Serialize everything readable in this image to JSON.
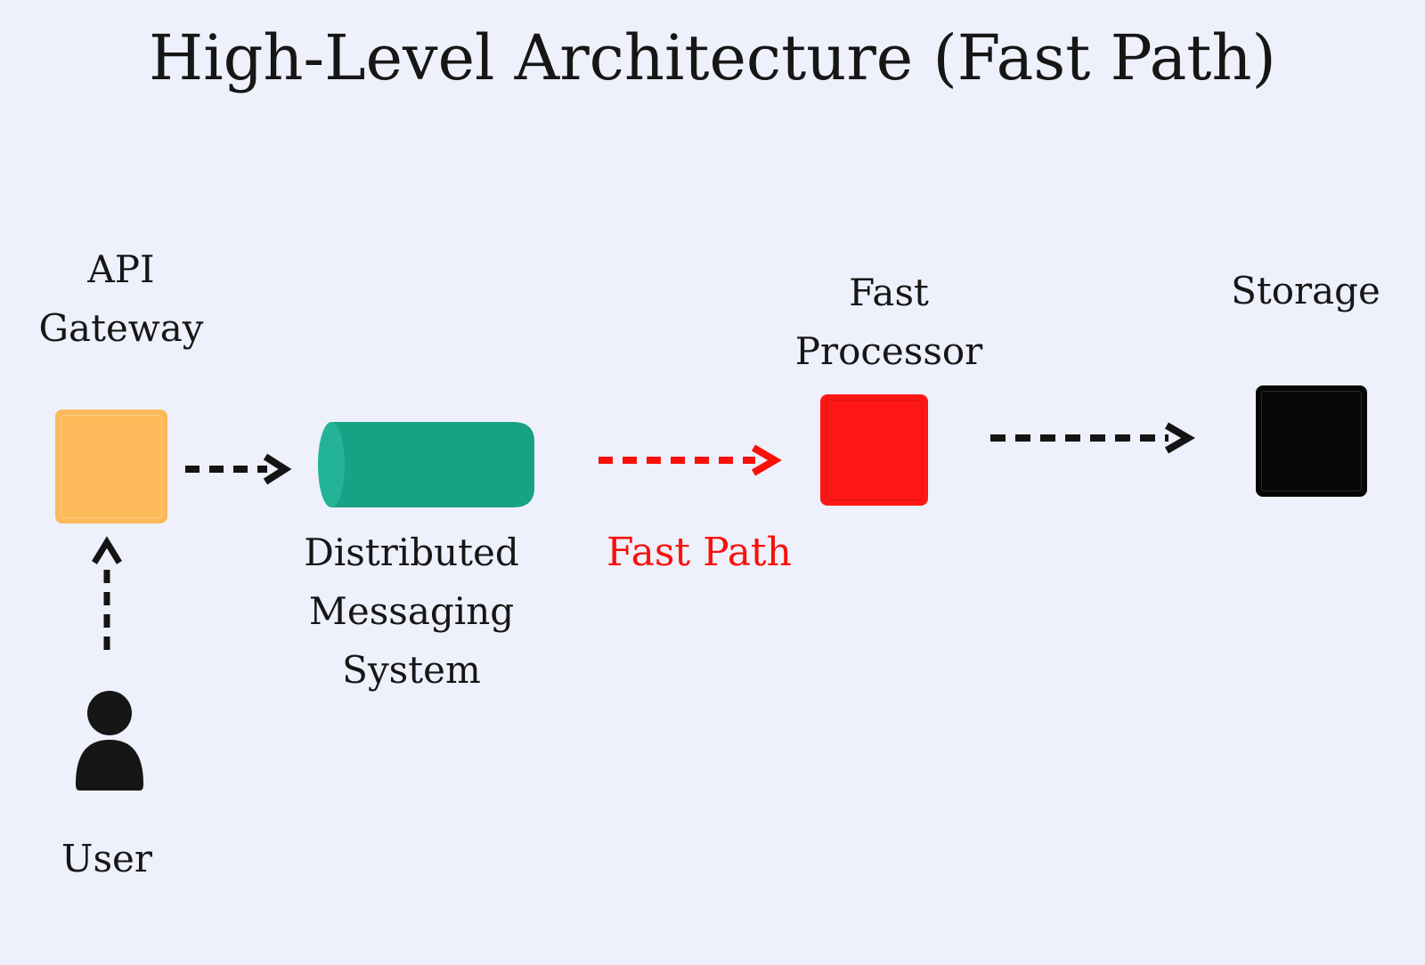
{
  "title": "High-Level Architecture (Fast Path)",
  "colors": {
    "background": "#eef0fb",
    "ink": "#161616",
    "api-gateway-fill": "#fdb95a",
    "messaging-fill": "#17a185",
    "messaging-cap": "#23b497",
    "fast-processor-fill": "#fe1716",
    "storage-fill": "#070707",
    "arrow-black": "#141414",
    "fast-path-red": "#f91009"
  },
  "nodes": {
    "user": {
      "label": "User",
      "icon": "user-icon"
    },
    "api_gateway": {
      "lines": [
        "API",
        "Gateway"
      ],
      "shape": "square"
    },
    "messaging": {
      "lines": [
        "Distributed",
        "Messaging",
        "System"
      ],
      "shape": "cylinder"
    },
    "fast_processor": {
      "lines": [
        "Fast",
        "Processor"
      ],
      "shape": "square"
    },
    "storage": {
      "label": "Storage",
      "shape": "square"
    }
  },
  "edges": [
    {
      "from": "user",
      "to": "api_gateway",
      "style": "dashed",
      "direction": "up"
    },
    {
      "from": "api_gateway",
      "to": "messaging",
      "style": "dashed",
      "direction": "right"
    },
    {
      "from": "messaging",
      "to": "fast_processor",
      "style": "dashed",
      "direction": "right",
      "label": "Fast Path"
    },
    {
      "from": "fast_processor",
      "to": "storage",
      "style": "dashed",
      "direction": "right"
    }
  ]
}
